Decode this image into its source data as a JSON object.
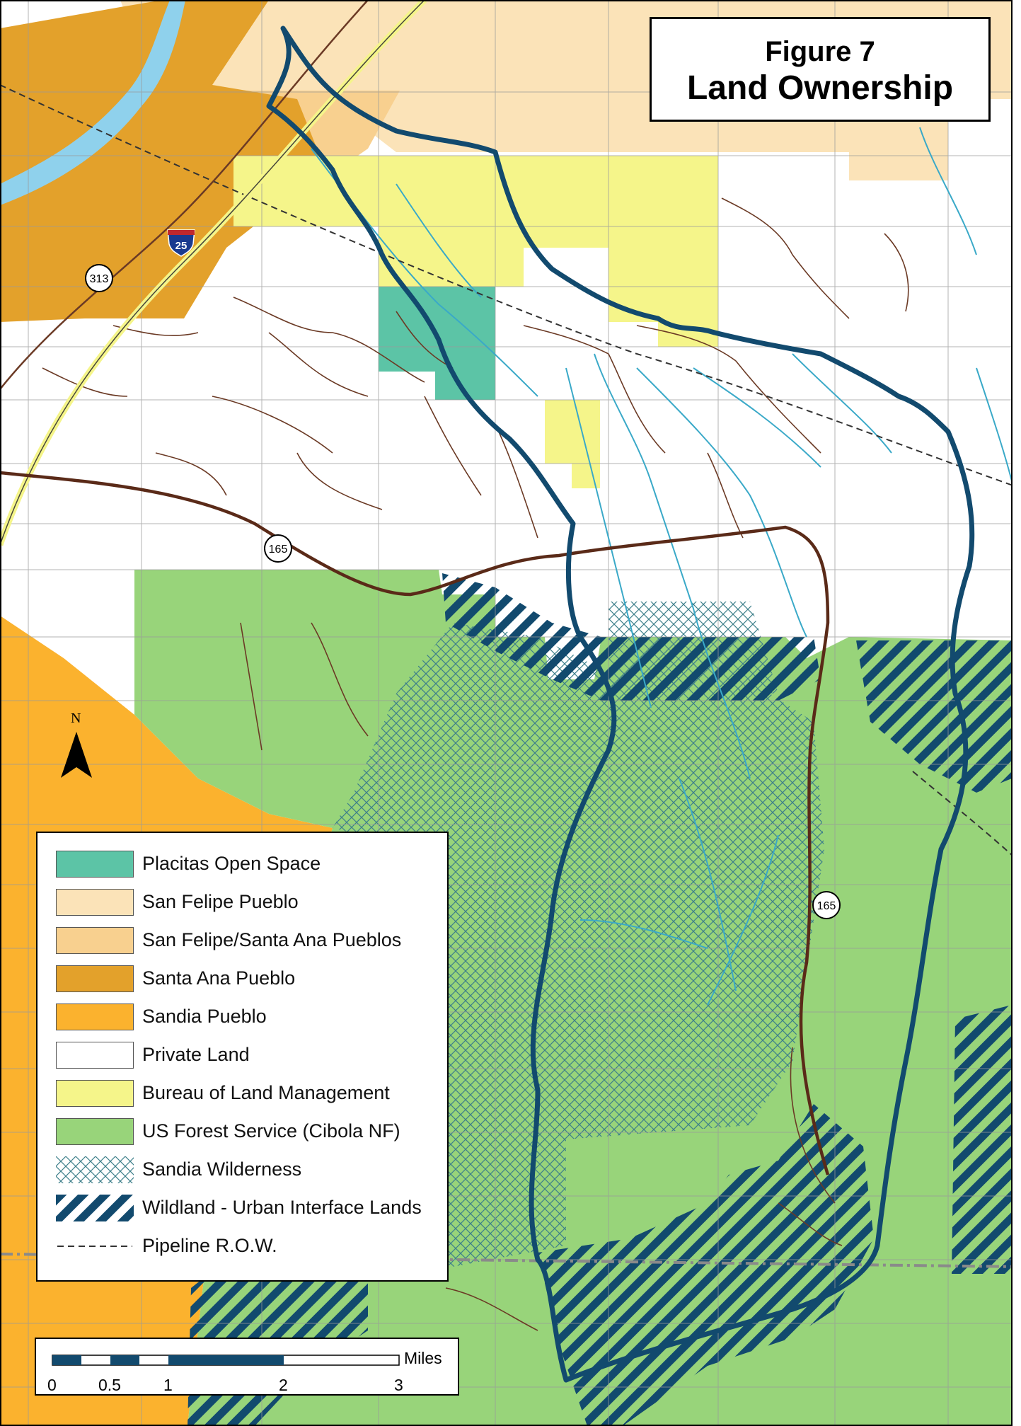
{
  "title": {
    "line1": "Figure 7",
    "line2": "Land Ownership"
  },
  "colors": {
    "placitas_open_space": "#5cc4a6",
    "san_felipe_pueblo": "#fbe3b8",
    "san_felipe_santa_ana": "#f8d08f",
    "santa_ana_pueblo": "#e3a12b",
    "sandia_pueblo": "#fbb22e",
    "private_land": "#ffffff",
    "blm": "#f5f58a",
    "usfs": "#98d47a",
    "watershed_boundary": "#124a6e",
    "stream": "#3aa9c8",
    "road": "#6b3a25",
    "river": "#8fd1ec"
  },
  "legend": {
    "items": [
      {
        "label": "Placitas Open Space",
        "key": "placitas_open_space"
      },
      {
        "label": "San Felipe Pueblo",
        "key": "san_felipe_pueblo"
      },
      {
        "label": "San Felipe/Santa Ana Pueblos",
        "key": "san_felipe_santa_ana"
      },
      {
        "label": "Santa Ana Pueblo",
        "key": "santa_ana_pueblo"
      },
      {
        "label": "Sandia Pueblo",
        "key": "sandia_pueblo"
      },
      {
        "label": "Private Land",
        "key": "private_land"
      },
      {
        "label": "Bureau of Land Management",
        "key": "blm"
      },
      {
        "label": "US Forest Service (Cibola NF)",
        "key": "usfs"
      },
      {
        "label": "Sandia Wilderness",
        "key": "wilderness"
      },
      {
        "label": "Wildland - Urban Interface Lands",
        "key": "wui"
      },
      {
        "label": "Pipeline R.O.W.",
        "key": "pipeline"
      }
    ]
  },
  "highway_labels": {
    "i25": "25",
    "nm313": "313",
    "nm165_a": "165",
    "nm165_b": "165"
  },
  "north_arrow": {
    "label": "N"
  },
  "scale_bar": {
    "unit": "Miles",
    "ticks": [
      "0",
      "0.5",
      "1",
      "2",
      "3"
    ]
  }
}
